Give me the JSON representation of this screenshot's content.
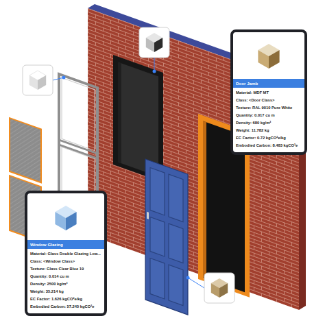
{
  "diagram": {
    "nodes": [
      {
        "text": [
          "Door Jamb",
          "Material: MDF MT",
          "Class: <Door Class>",
          "Texture: RAL 9010 Pure White",
          "Quantity: 0.017 cu m",
          "Density: 680 kg/m³",
          "Weight: 11.782 kg",
          "EC Factor: 0.72 kgCO²e/kg",
          "Embodied Carbon: 8.483 kgCO²e"
        ]
      },
      {
        "text": [
          "Window Glazing",
          "Material: Glass Double Glazing Low...",
          "Class: <Window Class>",
          "Texture: Glass Clear Blue 19",
          "Quantity: 0.014 cu m",
          "Density: 2500 kg/m³",
          "Weight: 35.214 kg",
          "EC Factor: 1.626 kgCO²e/kg",
          "Embodied Carbon: 57.245 kgCO²e"
        ]
      }
    ]
  }
}
